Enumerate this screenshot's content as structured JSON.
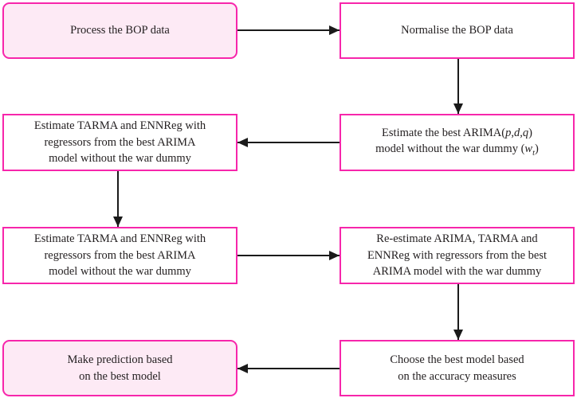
{
  "diagram": {
    "title": "BOP forecasting methodology flowchart",
    "colors": {
      "node_border": "#F726AB",
      "node_fill_highlight": "#FDEAF5",
      "node_fill_plain": "#FFFFFF",
      "arrow": "#1A1A1A",
      "text": "#231F20"
    },
    "nodes": [
      {
        "id": "process-bop-data",
        "label": "Process the BOP data",
        "shape": "rounded-rectangle",
        "fill": "#FDEAF5"
      },
      {
        "id": "normalise-bop-data",
        "label": "Normalise the BOP data",
        "shape": "rectangle",
        "fill": "#FFFFFF"
      },
      {
        "id": "estimate-tarma-ennreg-no-dummy-1",
        "label": "Estimate TARMA and ENNReg with\nregressors from the best ARIMA\nmodel without the war dummy",
        "shape": "rectangle",
        "fill": "#FFFFFF"
      },
      {
        "id": "estimate-best-arima-no-dummy",
        "label_parts": [
          {
            "text": "Estimate the best ARIMA(",
            "style": "roman"
          },
          {
            "text": "p,d,q",
            "style": "italic"
          },
          {
            "text": ")\nmodel without the war dummy (",
            "style": "roman"
          },
          {
            "text": "w",
            "style": "italic"
          },
          {
            "text": "t",
            "style": "italic-subscript"
          },
          {
            "text": ")",
            "style": "roman"
          }
        ],
        "shape": "rectangle",
        "fill": "#FFFFFF"
      },
      {
        "id": "estimate-tarma-ennreg-no-dummy-2",
        "label": "Estimate TARMA and ENNReg with\nregressors from the best ARIMA\nmodel without the war dummy",
        "shape": "rectangle",
        "fill": "#FFFFFF"
      },
      {
        "id": "re-estimate-with-dummy",
        "label": "Re-estimate ARIMA, TARMA and\nENNReg with regressors from the best\nARIMA model with the war dummy",
        "shape": "rectangle",
        "fill": "#FFFFFF"
      },
      {
        "id": "make-prediction",
        "label": "Make prediction based\non the best model",
        "shape": "rounded-rectangle",
        "fill": "#FDEAF5"
      },
      {
        "id": "choose-best-model",
        "label": "Choose the best model based\non the accuracy measures",
        "shape": "rectangle",
        "fill": "#FFFFFF"
      }
    ],
    "edges": [
      {
        "id": "edge-1",
        "from": "process-bop-data",
        "to": "normalise-bop-data",
        "direction": "right"
      },
      {
        "id": "edge-2",
        "from": "normalise-bop-data",
        "to": "estimate-best-arima-no-dummy",
        "direction": "down"
      },
      {
        "id": "edge-3",
        "from": "estimate-best-arima-no-dummy",
        "to": "estimate-tarma-ennreg-no-dummy-1",
        "direction": "left"
      },
      {
        "id": "edge-4",
        "from": "estimate-tarma-ennreg-no-dummy-1",
        "to": "estimate-tarma-ennreg-no-dummy-2",
        "direction": "down"
      },
      {
        "id": "edge-5",
        "from": "estimate-tarma-ennreg-no-dummy-2",
        "to": "re-estimate-with-dummy",
        "direction": "right"
      },
      {
        "id": "edge-6",
        "from": "re-estimate-with-dummy",
        "to": "choose-best-model",
        "direction": "down"
      },
      {
        "id": "edge-7",
        "from": "choose-best-model",
        "to": "make-prediction",
        "direction": "left"
      }
    ]
  }
}
